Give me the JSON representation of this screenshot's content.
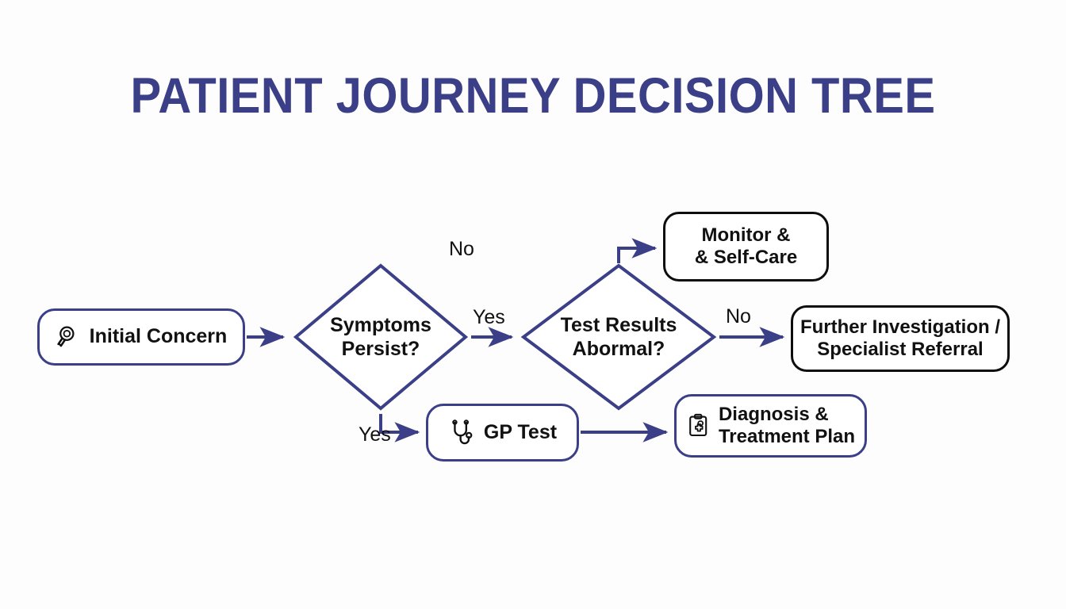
{
  "page": {
    "title": "PATIENT JOURNEY DECISION TREE",
    "background_color": "#fdfdfd",
    "accent_color": "#3b3f87",
    "text_color": "#111111",
    "node_border_black": "#0d0d0d"
  },
  "diagram": {
    "type": "flowchart",
    "nodes": [
      {
        "id": "initial-concern",
        "label": "Initial Concern",
        "shape": "rounded-rect",
        "icon": "magnifier-icon",
        "border_color": "#3b3f87"
      },
      {
        "id": "symptoms-persist",
        "label": "Symptoms\nPersist?",
        "shape": "diamond",
        "border_color": "#3b3f87"
      },
      {
        "id": "gp-test",
        "label": "GP Test",
        "shape": "rounded-rect",
        "icon": "stethoscope-icon",
        "border_color": "#3b3f87"
      },
      {
        "id": "test-results-abnormal",
        "label": "Test Results\nAbormal?",
        "shape": "diamond",
        "border_color": "#3b3f87"
      },
      {
        "id": "monitor-self-care",
        "label": "Monitor &\n& Self-Care",
        "shape": "rounded-rect",
        "border_color": "#0d0d0d"
      },
      {
        "id": "further-investigation",
        "label": "Further Investigation /\nSpecialist Referral",
        "shape": "rounded-rect",
        "border_color": "#0d0d0d"
      },
      {
        "id": "diagnosis-treatment",
        "label": "Diagnosis &\nTreatment Plan",
        "shape": "rounded-rect",
        "icon": "clipboard-medical-icon",
        "border_color": "#3b3f87"
      }
    ],
    "edges": [
      {
        "id": "e1",
        "from": "initial-concern",
        "to": "symptoms-persist",
        "label": ""
      },
      {
        "id": "e2",
        "from": "symptoms-persist",
        "to": "test-results-abnormal",
        "label": "Yes"
      },
      {
        "id": "e3",
        "from": "symptoms-persist",
        "to": "gp-test",
        "label": "Yes"
      },
      {
        "id": "e4",
        "from": "symptoms-persist",
        "to": "",
        "label": "No"
      },
      {
        "id": "e5",
        "from": "test-results-abnormal",
        "to": "monitor-self-care",
        "label": ""
      },
      {
        "id": "e6",
        "from": "test-results-abnormal",
        "to": "further-investigation",
        "label": "No"
      },
      {
        "id": "e7",
        "from": "gp-test",
        "to": "diagnosis-treatment",
        "label": ""
      }
    ],
    "edge_labels": {
      "no_top": "No",
      "yes_middle": "Yes",
      "yes_lower": "Yes",
      "no_right": "No"
    }
  }
}
